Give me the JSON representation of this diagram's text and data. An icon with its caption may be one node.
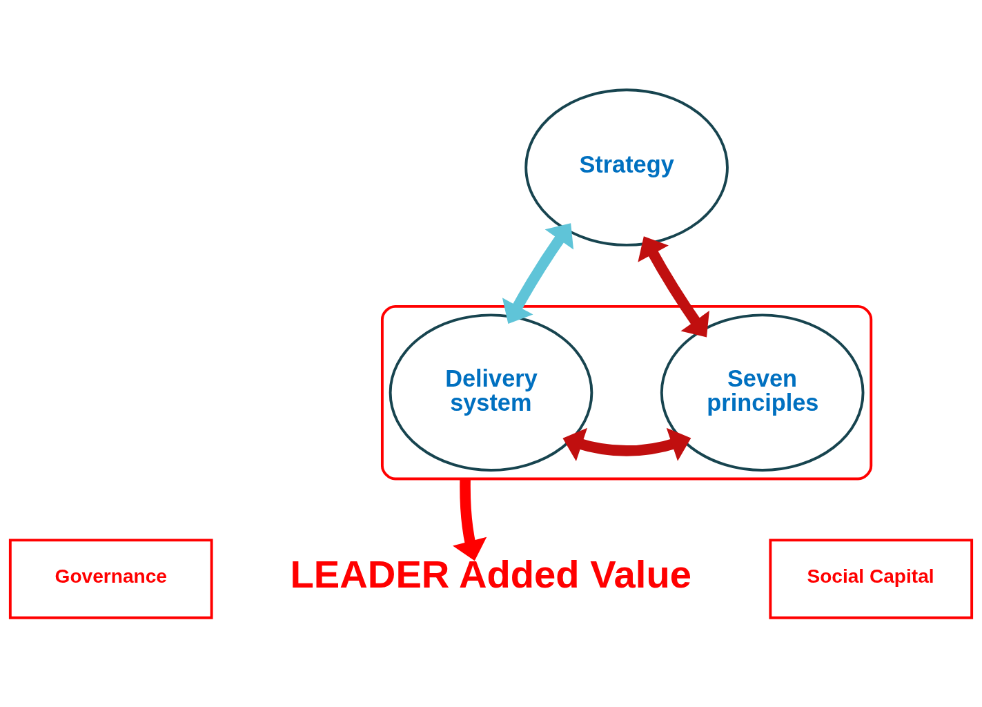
{
  "diagram": {
    "nodes": [
      {
        "text": [
          "Strategy"
        ]
      },
      {
        "text": [],
        "shape": "ellipse"
      },
      {
        "text": [
          "Delivery system"
        ],
        "in": 1
      },
      {
        "text": [
          "Seven principles"
        ],
        "in": 1
      },
      {
        "text": [
          "Governance"
        ]
      },
      {
        "text": [
          "Social Capital"
        ]
      },
      {
        "text": [
          "LEADER Added Value"
        ]
      }
    ],
    "edges": [
      {
        "from": 2,
        "to": 0,
        "arrow": "both",
        "color": "#5fc4d8"
      },
      {
        "from": 0,
        "to": 3,
        "arrow": "both",
        "color": "#c00f0f"
      },
      {
        "from": 2,
        "to": 3,
        "arrow": "both",
        "color": "#c00f0f"
      },
      {
        "from": 1,
        "to": 6,
        "arrow": "to",
        "color": "#ff0000"
      }
    ]
  }
}
